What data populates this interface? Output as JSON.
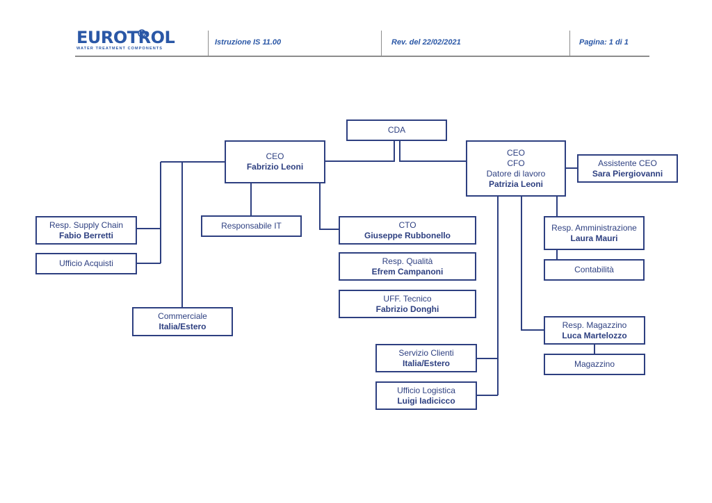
{
  "header": {
    "logo_text": "EUROTROL",
    "logo_subtitle": "WATER TREATMENT COMPONENTS",
    "instruction": "Istruzione IS 11.00",
    "revision": "Rev. del 22/02/2021",
    "page": "Pagina: 1 di 1"
  },
  "colors": {
    "ink": "#2d3f80",
    "accent": "#2a57a6",
    "rule": "#8c8c8c"
  },
  "nodes": {
    "cda": {
      "title": "CDA"
    },
    "ceo_fabrizio": {
      "title": "CEO",
      "name": "Fabrizio Leoni"
    },
    "ceo_cfo": {
      "title": "CEO",
      "title2": "CFO",
      "title3": "Datore di lavoro",
      "name": "Patrizia Leoni"
    },
    "assistente": {
      "title": "Assistente CEO",
      "name": "Sara Piergiovanni"
    },
    "supply": {
      "title": "Resp. Supply Chain",
      "name": "Fabio Berretti"
    },
    "acquisti": {
      "title": "Ufficio Acquisti"
    },
    "commerciale": {
      "title": "Commerciale",
      "name": "Italia/Estero"
    },
    "it": {
      "title": "Responsabile IT"
    },
    "cto": {
      "title": "CTO",
      "name": "Giuseppe Rubbonello"
    },
    "qualita": {
      "title": "Resp. Qualità",
      "name": "Efrem Campanoni"
    },
    "tecnico": {
      "title": "UFF. Tecnico",
      "name": "Fabrizio Donghi"
    },
    "amministrazione": {
      "title": "Resp. Amministrazione",
      "name": "Laura Mauri"
    },
    "contabilita": {
      "title": "Contabilità"
    },
    "magazzino_resp": {
      "title": "Resp. Magazzino",
      "name": "Luca Martelozzo"
    },
    "magazzino": {
      "title": "Magazzino"
    },
    "clienti": {
      "title": "Servizio Clienti",
      "name": "Italia/Estero"
    },
    "logistica": {
      "title": "Ufficio Logistica",
      "name": "Luigi Iadicicco"
    }
  }
}
